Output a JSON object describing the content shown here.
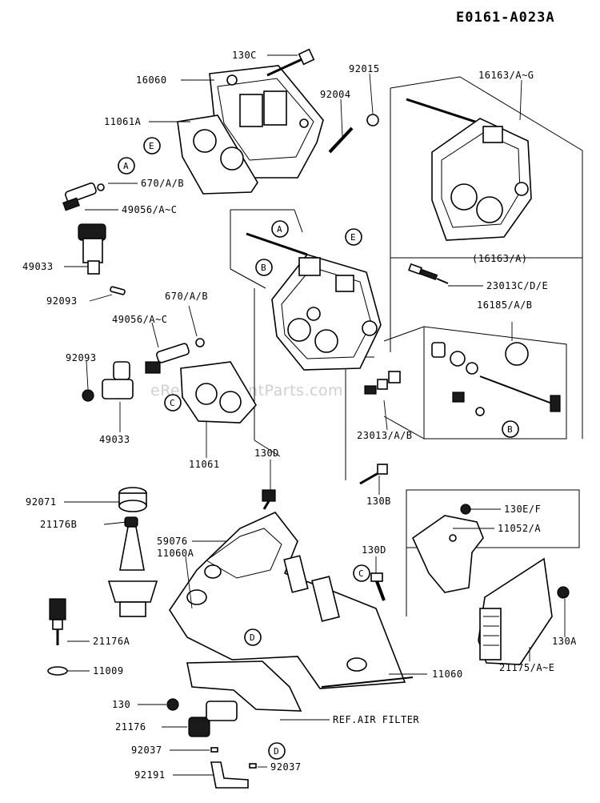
{
  "diagram_code": "E0161-A023A",
  "watermark": "eReplacementParts.com",
  "callouts": [
    "A",
    "B",
    "C",
    "D",
    "E"
  ],
  "labels": [
    {
      "id": "l1",
      "text": "130C"
    },
    {
      "id": "l2",
      "text": "92015"
    },
    {
      "id": "l3",
      "text": "16060"
    },
    {
      "id": "l4",
      "text": "92004"
    },
    {
      "id": "l5",
      "text": "16163/A~G"
    },
    {
      "id": "l6",
      "text": "11061A"
    },
    {
      "id": "l7",
      "text": "670/A/B"
    },
    {
      "id": "l8",
      "text": "49056/A~C"
    },
    {
      "id": "l9",
      "text": "49033"
    },
    {
      "id": "l10",
      "text": "(16163/A)"
    },
    {
      "id": "l11",
      "text": "92093"
    },
    {
      "id": "l12",
      "text": "670/A/B"
    },
    {
      "id": "l13",
      "text": "23013C/D/E"
    },
    {
      "id": "l14",
      "text": "49056/A~C"
    },
    {
      "id": "l15",
      "text": "16185/A/B"
    },
    {
      "id": "l16",
      "text": "92093"
    },
    {
      "id": "l17",
      "text": "49033"
    },
    {
      "id": "l18",
      "text": "23013/A/B"
    },
    {
      "id": "l19",
      "text": "11061"
    },
    {
      "id": "l20",
      "text": "130D"
    },
    {
      "id": "l21",
      "text": "92071"
    },
    {
      "id": "l22",
      "text": "130B"
    },
    {
      "id": "l23",
      "text": "21176B"
    },
    {
      "id": "l24",
      "text": "130E/F"
    },
    {
      "id": "l25",
      "text": "59076"
    },
    {
      "id": "l26",
      "text": "11052/A"
    },
    {
      "id": "l27",
      "text": "11060A"
    },
    {
      "id": "l28",
      "text": "130D"
    },
    {
      "id": "l29",
      "text": "21176A"
    },
    {
      "id": "l30",
      "text": "130A"
    },
    {
      "id": "l31",
      "text": "11009"
    },
    {
      "id": "l32",
      "text": "11060"
    },
    {
      "id": "l33",
      "text": "21175/A~E"
    },
    {
      "id": "l34",
      "text": "130"
    },
    {
      "id": "l35",
      "text": "21176"
    },
    {
      "id": "l36",
      "text": "REF.AIR FILTER"
    },
    {
      "id": "l37",
      "text": "92037"
    },
    {
      "id": "l38",
      "text": "92191"
    },
    {
      "id": "l39",
      "text": "92037"
    }
  ]
}
